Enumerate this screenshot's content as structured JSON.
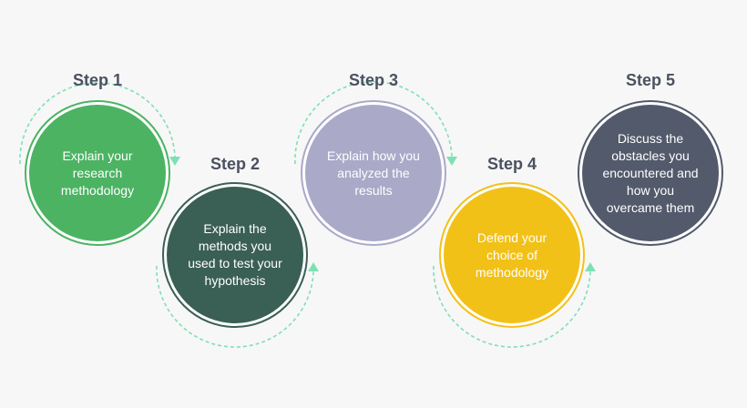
{
  "steps": [
    {
      "title": "Step 1",
      "text": "Explain your research methodology",
      "fill": "#4cb363",
      "ring": "#4cb363"
    },
    {
      "title": "Step 2",
      "text": "Explain the methods you used to test your hypothesis",
      "fill": "#3a5f55",
      "ring": "#3a5f55"
    },
    {
      "title": "Step 3",
      "text": "Explain how you analyzed the results",
      "fill": "#aaa9c8",
      "ring": "#aaa9c8"
    },
    {
      "title": "Step 4",
      "text": "Defend your choice of methodology",
      "fill": "#f2c118",
      "ring": "#f2c118"
    },
    {
      "title": "Step 5",
      "text": "Discuss the obstacles you encountered and how you overcame them",
      "fill": "#525a6b",
      "ring": "#525a6b"
    }
  ],
  "colors": {
    "arc": "#7fe0b4",
    "title": "#4a5160",
    "background": "#f7f7f7"
  }
}
